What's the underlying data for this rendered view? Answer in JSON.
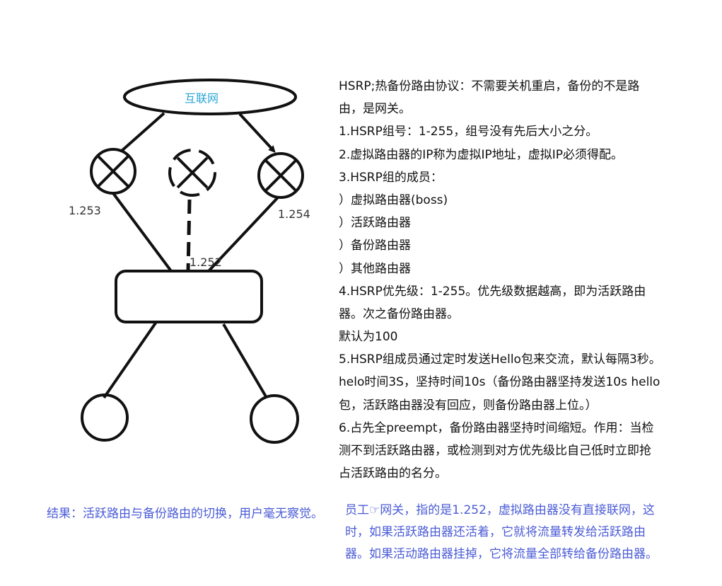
{
  "colors": {
    "ink": "#111111",
    "internet_label": "#2aa6d6",
    "annotation": "#4a5bd6"
  },
  "diagram": {
    "internet_label": "互联网",
    "router_left_label": "1.253",
    "router_right_label": "1.254",
    "virtual_router_label": "1.252",
    "icons": [
      "router-icon",
      "virtual-router-icon",
      "switch-icon",
      "host-icon"
    ]
  },
  "notes": [
    "HSRP;热备份路由协议：不需要关机重启，备份的不是路",
    "由，是网关。",
    "1.HSRP组号：1-255，组号没有先后大小之分。",
    "2.虚拟路由器的IP称为虚拟IP地址，虚拟IP必须得配。",
    "3.HSRP组的成员：",
    "）虚拟路由器(boss)",
    "）活跃路由器",
    "）备份路由器",
    "）其他路由器",
    "4.HSRP优先级：1-255。优先级数据越高，即为活跃路由",
    "器。次之备份路由器。",
    "默认为100",
    "5.HSRP组成员通过定时发送Hello包来交流，默认每隔3秒。",
    "helo时间3S，坚持时间10s（备份路由器坚持发送10s hello",
    "包，活跃路由器没有回应，则备份路由器上位。）",
    "6.占先全preempt，备份路由器坚持时间缩短。作用：当检",
    "测不到活跃路由器，或检测到对方优先级比自己低时立即抢",
    "占活跃路由的名分。"
  ],
  "conclusion": "结果：活跃路由与备份路由的切换，用户毫无察觉。",
  "explanation": [
    "员工☞网关，指的是1.252，虚拟路由器没有直接联网，这",
    "时，如果活跃路由器还活着，它就将流量转发给活跃路由",
    "器。如果活动路由器挂掉，它将流量全部转给备份路由器。"
  ]
}
